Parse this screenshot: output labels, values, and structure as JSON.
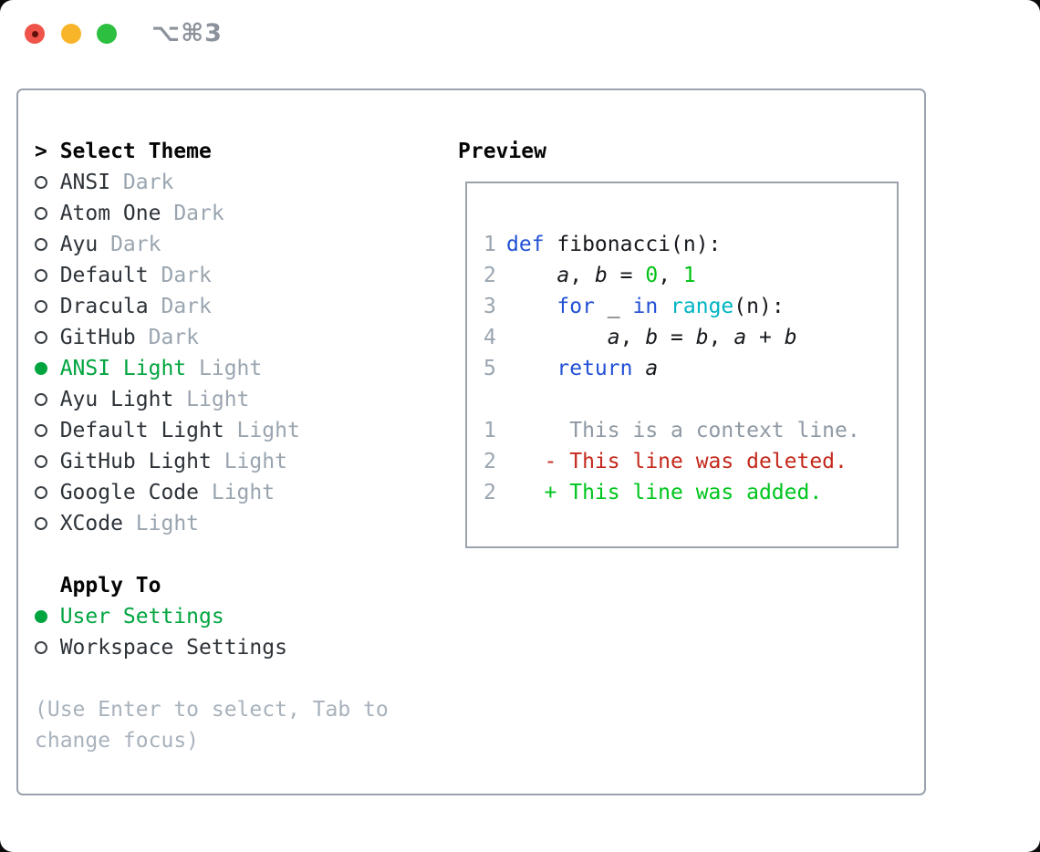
{
  "window": {
    "shortcut_label": "⌥⌘3"
  },
  "colors": {
    "outside_bg": "#0b0b0b",
    "window_bg": "#ffffff",
    "titlebar_gray": "#8b929b",
    "traffic_red": "#ee5449",
    "traffic_red_dot": "#61100a",
    "traffic_yellow": "#f8b52a",
    "traffic_green": "#2dbf3f",
    "panel_border": "#9aa3ad",
    "text_primary": "#2d3339",
    "header_text": "#050505",
    "muted_gray": "#9aa5b0",
    "hint_gray": "#a8b2bc",
    "selected_green": "#00a53f",
    "radio_outline": "#3b4147",
    "code_fg": "#16191d",
    "code_keyword_blue": "#2150d5",
    "code_function_cyan": "#00b4c2",
    "code_number_green": "#00c214",
    "diff_context_gray": "#8f99a3",
    "diff_deleted_red": "#c4291c",
    "diff_added_green": "#00c51d"
  },
  "theme_selector": {
    "cursor": ">",
    "header": "Select Theme",
    "items": [
      {
        "name": "ANSI",
        "variant": "Dark",
        "selected": false
      },
      {
        "name": "Atom One",
        "variant": "Dark",
        "selected": false
      },
      {
        "name": "Ayu",
        "variant": "Dark",
        "selected": false
      },
      {
        "name": "Default",
        "variant": "Dark",
        "selected": false
      },
      {
        "name": "Dracula",
        "variant": "Dark",
        "selected": false
      },
      {
        "name": "GitHub",
        "variant": "Dark",
        "selected": false
      },
      {
        "name": "ANSI Light",
        "variant": "Light",
        "selected": true
      },
      {
        "name": "Ayu Light",
        "variant": "Light",
        "selected": false
      },
      {
        "name": "Default Light",
        "variant": "Light",
        "selected": false
      },
      {
        "name": "GitHub Light",
        "variant": "Light",
        "selected": false
      },
      {
        "name": "Google Code",
        "variant": "Light",
        "selected": false
      },
      {
        "name": "XCode",
        "variant": "Light",
        "selected": false
      }
    ]
  },
  "apply_to": {
    "header": "Apply To",
    "options": [
      {
        "label": "User Settings",
        "selected": true
      },
      {
        "label": "Workspace Settings",
        "selected": false
      }
    ]
  },
  "hint": {
    "line1": "(Use Enter to select, Tab to",
    "line2": "change focus)"
  },
  "preview": {
    "header": "Preview",
    "lines": [
      {
        "num": "1",
        "tokens": [
          {
            "t": "def",
            "c": "blue"
          },
          {
            "t": " fibonacci(n):"
          }
        ]
      },
      {
        "num": "2",
        "tokens": [
          {
            "t": "    "
          },
          {
            "t": "a",
            "i": true
          },
          {
            "t": ", "
          },
          {
            "t": "b",
            "i": true
          },
          {
            "t": " = "
          },
          {
            "t": "0",
            "c": "green"
          },
          {
            "t": ", "
          },
          {
            "t": "1",
            "c": "green"
          }
        ]
      },
      {
        "num": "3",
        "tokens": [
          {
            "t": "    "
          },
          {
            "t": "for",
            "c": "blue"
          },
          {
            "t": " _ "
          },
          {
            "t": "in",
            "c": "blue"
          },
          {
            "t": " "
          },
          {
            "t": "range",
            "c": "cyan"
          },
          {
            "t": "(n):"
          }
        ]
      },
      {
        "num": "4",
        "tokens": [
          {
            "t": "        "
          },
          {
            "t": "a",
            "i": true
          },
          {
            "t": ", "
          },
          {
            "t": "b",
            "i": true
          },
          {
            "t": " = "
          },
          {
            "t": "b",
            "i": true
          },
          {
            "t": ", "
          },
          {
            "t": "a",
            "i": true
          },
          {
            "t": " + "
          },
          {
            "t": "b",
            "i": true
          }
        ]
      },
      {
        "num": "5",
        "tokens": [
          {
            "t": "    "
          },
          {
            "t": "return",
            "c": "blue"
          },
          {
            "t": " "
          },
          {
            "t": "a",
            "i": true
          }
        ]
      },
      {
        "num": "",
        "tokens": []
      },
      {
        "num": "1",
        "tokens": [
          {
            "t": "     This is a context line.",
            "c": "ctx"
          }
        ]
      },
      {
        "num": "2",
        "tokens": [
          {
            "t": "   - This line was deleted.",
            "c": "red"
          }
        ]
      },
      {
        "num": "2",
        "tokens": [
          {
            "t": "   + This line was added.",
            "c": "add"
          }
        ]
      }
    ]
  }
}
